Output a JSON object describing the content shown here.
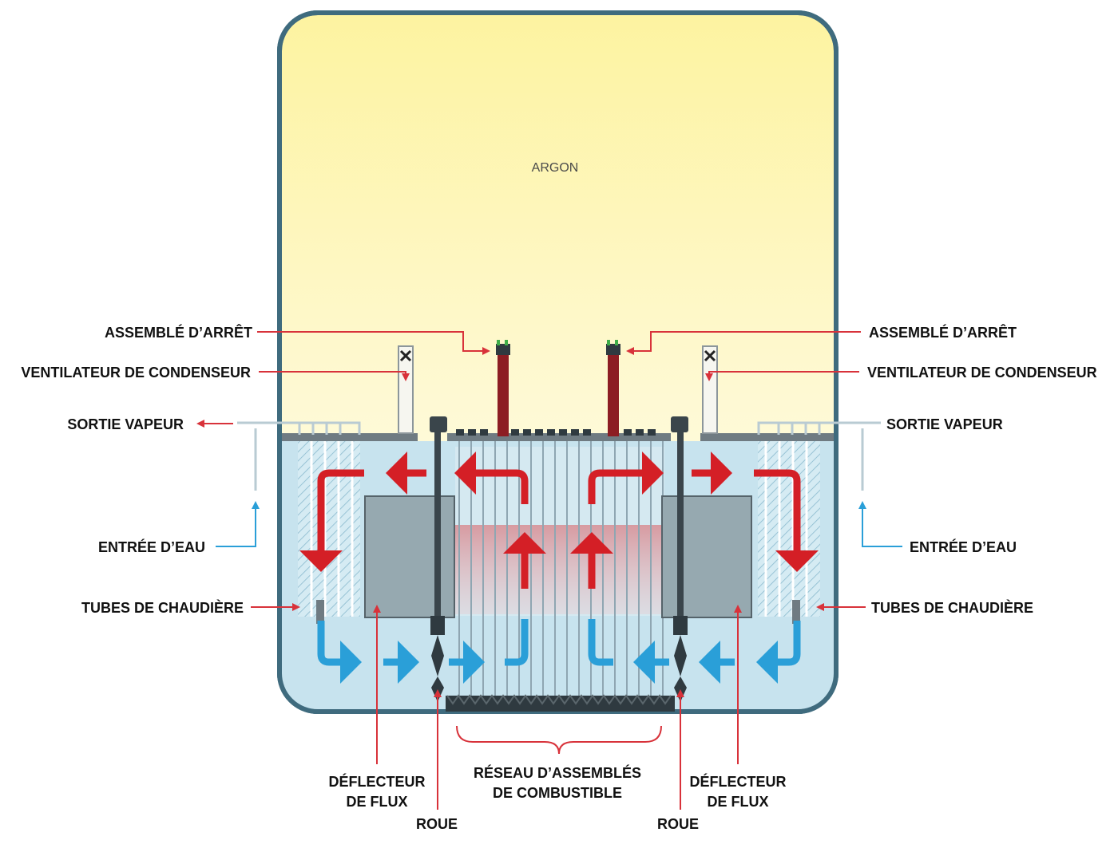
{
  "diagram": {
    "argon": "ARGON",
    "shutdown_left": "ASSEMBLÉ D’ARRÊT",
    "shutdown_right": "ASSEMBLÉ D’ARRÊT",
    "fan_left": "VENTILATEUR DE CONDENSEUR",
    "fan_right": "VENTILATEUR DE CONDENSEUR",
    "steam_left": "SORTIE VAPEUR",
    "steam_right": "SORTIE VAPEUR",
    "water_left": "ENTRÉE D’EAU",
    "water_right": "ENTRÉE D’EAU",
    "boiler_left": "TUBES DE CHAUDIÈRE",
    "boiler_right": "TUBES DE CHAUDIÈRE",
    "deflector_left": [
      "DÉFLECTEUR",
      "DE FLUX"
    ],
    "deflector_right": [
      "DÉFLECTEUR",
      "DE FLUX"
    ],
    "impeller_left": "ROUE",
    "impeller_right": "ROUE",
    "fuel_array": [
      "RÉSEAU D’ASSEMBLÉS",
      "DE COMBUSTIBLE"
    ]
  },
  "colors": {
    "hot_flow": "#d41f26",
    "cold_flow": "#2a9fd8",
    "vessel_wall": "#3f6b7e",
    "argon_gas": "#fdf6b0",
    "sodium_pool": "#c7e3ee",
    "label_leader": "#d8323a"
  }
}
